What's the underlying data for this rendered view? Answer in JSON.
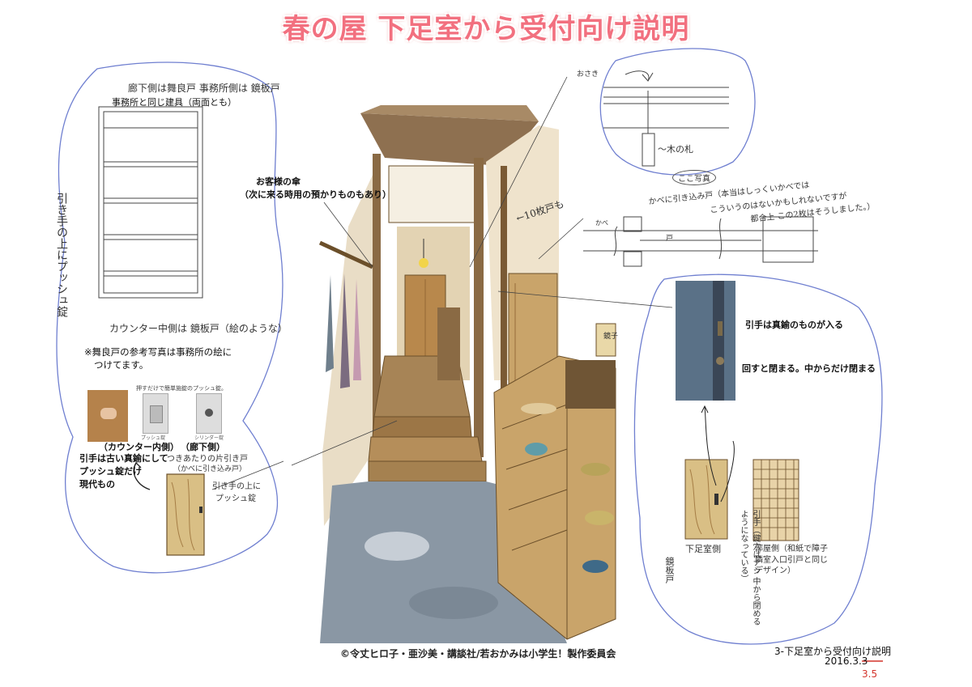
{
  "title": "春の屋 下足室から受付向け説明",
  "left_panel": {
    "top_hand_note": "廊下側は舞良戸 事務所側は 鏡板戸",
    "door_caption": "事務所と同じ建具（両面とも）",
    "vertical_hand_note": "引き手の上にプッシュ錠",
    "counter_hand_note": "カウンター中側は 鏡板戸（絵のような）",
    "reference_note_1": "※舞良戸の参考写真は事務所の絵に",
    "reference_note_2": "つけてます。",
    "photo_header": "押すだけで簡単施錠のプッシュ錠。",
    "photo_label_left": "プッシュ錠",
    "photo_label_right": "シリンダー錠",
    "caption_counter_inside": "（カウンター内側）",
    "caption_corridor_side": "（廊下側）",
    "pull_note_1": "引手は古い真鍮にして",
    "pull_note_2": "プッシュ錠だけ",
    "pull_note_3": "現代もの",
    "door_top_hand_1": "つきあたりの片引き戸",
    "door_top_hand_2": "（かべに引き込み戸）",
    "door_side_hand_1": "引き手の上に",
    "door_side_hand_2": "プッシュ錠"
  },
  "center": {
    "umbrella_note_1": "お客様の傘",
    "umbrella_note_2": "（次に来る時用の預かりものもあり）",
    "sign_text": "鏡子",
    "arrow_hand": "←10枚戸も"
  },
  "right_top": {
    "label_kagi": "おさき",
    "label_fuda": "〜木の札"
  },
  "right_mid": {
    "circle_note": "ここ写真",
    "note_line_1": "かべに引き込み戸（本当はしっくいかべでは",
    "note_line_2": "こういうのはないかもしれないですが",
    "note_line_3": "都合上 この2枚はそうしました。）",
    "label_kabe": "かべ",
    "label_to": "戸"
  },
  "right_panel": {
    "brass_note": "引手は真鍮のものが入る",
    "lock_note": "回すと閉まる。中からだけ閉まる",
    "label_gesoku": "下足室側",
    "label_kagami": "鏡板戸",
    "label_hikite": "引手（鍵穴はナシ 中から閉めるようになっている）",
    "label_heya": "部屋側（和紙で障子 隣室入口引戸と同じデザイン）"
  },
  "footer": {
    "copyright": "©令丈ヒロ子・亜沙美・講談社/若おかみは小学生！製作委員会",
    "doc_title": "3-下足室から受付向け説明",
    "date_struck": "2016.3.3",
    "date_new": "3.5"
  },
  "colors": {
    "title_pink": "#f2707f",
    "outline_blue": "#6f7fd0",
    "wood": "#c9a46a",
    "floor": "#8a97a4",
    "correction_red": "#d3342c"
  }
}
